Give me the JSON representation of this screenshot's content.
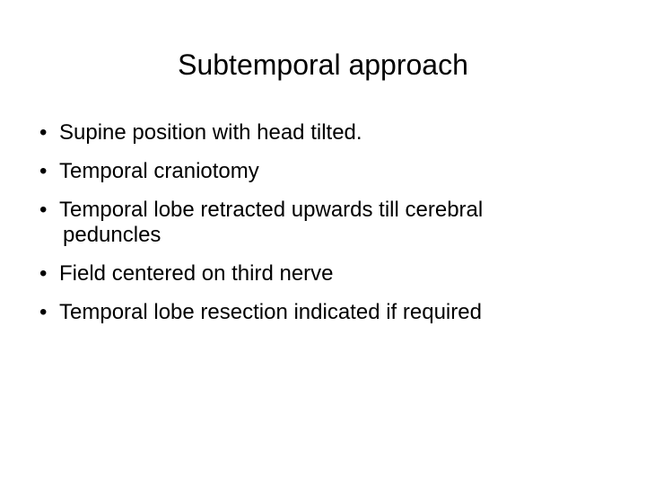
{
  "slide": {
    "title": "Subtemporal approach",
    "bullet_glyph": "•",
    "bullets": [
      {
        "lines": [
          "Supine position with head tilted."
        ]
      },
      {
        "lines": [
          "Temporal craniotomy"
        ]
      },
      {
        "lines": [
          "Temporal lobe retracted upwards till cerebral",
          "peduncles"
        ]
      },
      {
        "lines": [
          "Field centered on third nerve"
        ]
      },
      {
        "lines": [
          "Temporal lobe resection indicated if required"
        ]
      }
    ]
  }
}
